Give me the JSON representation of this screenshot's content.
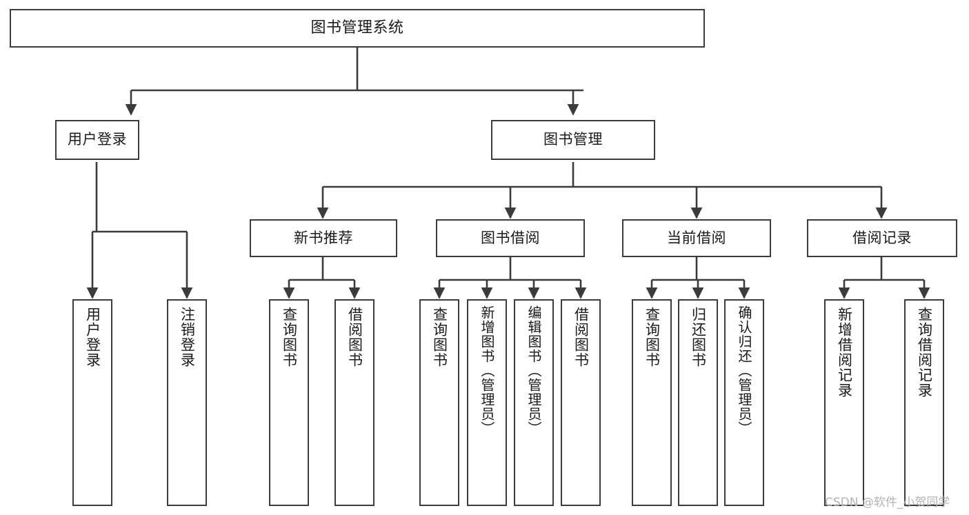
{
  "diagram": {
    "title": "图书管理系统",
    "type": "tree",
    "accent_color": "#3b3b3b",
    "background_color": "#ffffff",
    "watermark": "CSDN @软件_小贺同学",
    "nodes": {
      "root": {
        "label": "图书管理系统"
      },
      "l2": [
        {
          "id": "user-login",
          "label": "用户登录"
        },
        {
          "id": "book-manage",
          "label": "图书管理"
        }
      ],
      "l3": [
        {
          "id": "new-book-recommend",
          "label": "新书推荐"
        },
        {
          "id": "book-borrow",
          "label": "图书借阅"
        },
        {
          "id": "current-borrow",
          "label": "当前借阅"
        },
        {
          "id": "borrow-record",
          "label": "借阅记录"
        }
      ],
      "leaves": {
        "user_login": [
          {
            "id": "leaf-user-login",
            "label": "用户登录"
          },
          {
            "id": "leaf-logout-login",
            "label": "注销登录"
          }
        ],
        "new_book_recommend": [
          {
            "id": "leaf-query-book-1",
            "label": "查询图书"
          },
          {
            "id": "leaf-borrow-book-1",
            "label": "借阅图书"
          }
        ],
        "book_borrow": [
          {
            "id": "leaf-query-book-2",
            "label": "查询图书"
          },
          {
            "id": "leaf-add-book-admin",
            "label": "新增图书（管理员）"
          },
          {
            "id": "leaf-edit-book-admin",
            "label": "编辑图书（管理员）"
          },
          {
            "id": "leaf-borrow-book-2",
            "label": "借阅图书"
          }
        ],
        "current_borrow": [
          {
            "id": "leaf-query-book-3",
            "label": "查询图书"
          },
          {
            "id": "leaf-return-book",
            "label": "归还图书"
          },
          {
            "id": "leaf-confirm-return-admin",
            "label": "确认归还（管理员）"
          }
        ],
        "borrow_record": [
          {
            "id": "leaf-add-borrow-record",
            "label": "新增借阅记录"
          },
          {
            "id": "leaf-query-borrow-record",
            "label": "查询借阅记录"
          }
        ]
      }
    }
  }
}
